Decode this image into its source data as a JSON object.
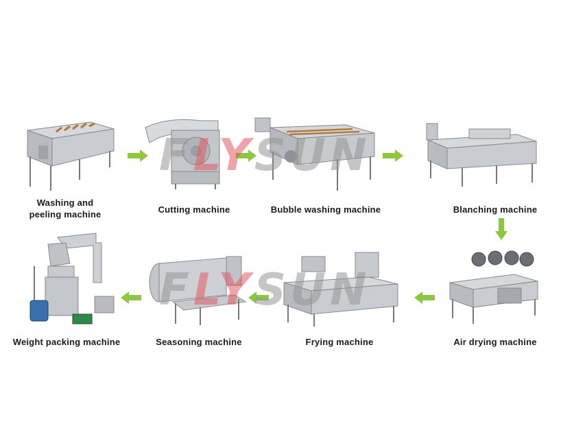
{
  "steps": [
    {
      "label": "Washing and peeling machine"
    },
    {
      "label": "Cutting machine"
    },
    {
      "label": "Bubble washing machine"
    },
    {
      "label": "Blanching machine"
    },
    {
      "label": "Air drying machine"
    },
    {
      "label": "Frying machine"
    },
    {
      "label": "Seasoning machine"
    },
    {
      "label": "Weight packing machine"
    }
  ],
  "watermark": {
    "part1": "F",
    "part2": "LY",
    "part3": "SUN"
  },
  "colors": {
    "arrow": "#8dc63f",
    "steel": "#c9ccd0",
    "steel_dark": "#8e9298"
  }
}
